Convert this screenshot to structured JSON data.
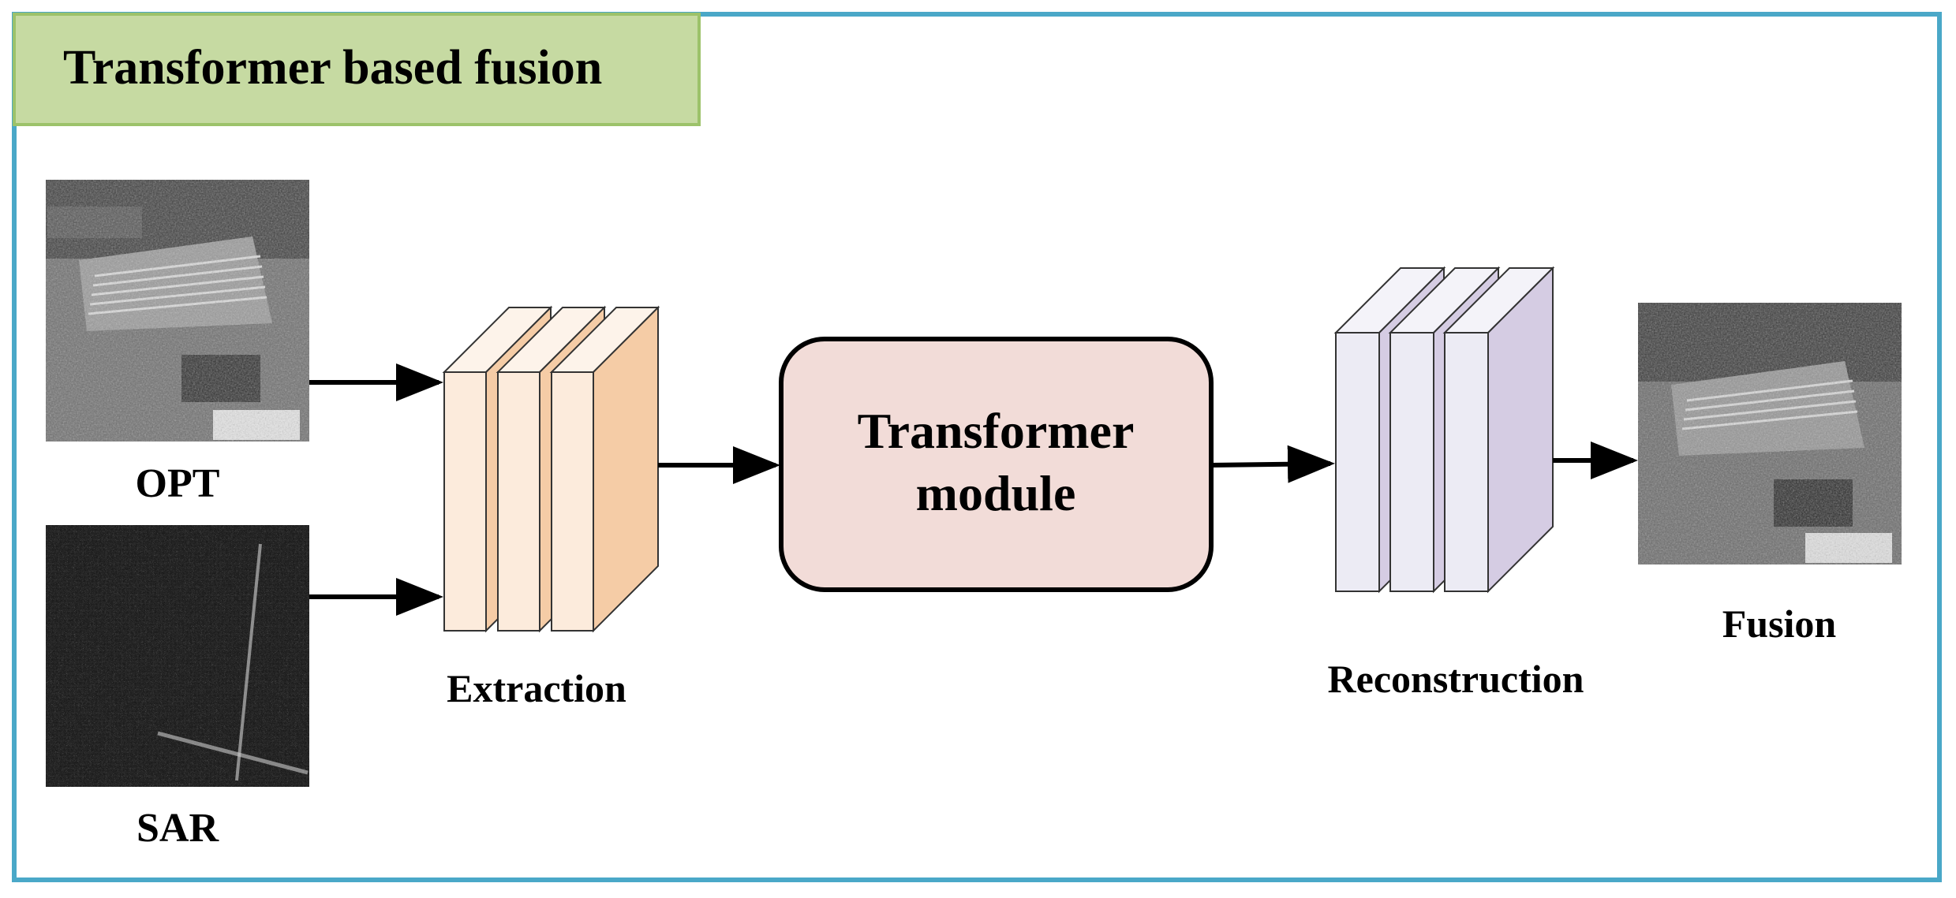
{
  "title": "Transformer based fusion",
  "inputs": [
    {
      "label": "OPT"
    },
    {
      "label": "SAR"
    }
  ],
  "extraction": {
    "label": "Extraction"
  },
  "transformer": {
    "line1": "Transformer",
    "line2": "module"
  },
  "reconstruction": {
    "label": "Reconstruction"
  },
  "output": {
    "label": "Fusion"
  },
  "colors": {
    "frame": "#4aa8c8",
    "title_bg": "#c6daa2",
    "title_border": "#9cc26a",
    "extraction_face": "#fcebdc",
    "extraction_side": "#f5cca6",
    "transformer_fill": "#f2dcd8",
    "reconstruction_face": "#ecebf4",
    "reconstruction_side": "#d5cce3"
  }
}
